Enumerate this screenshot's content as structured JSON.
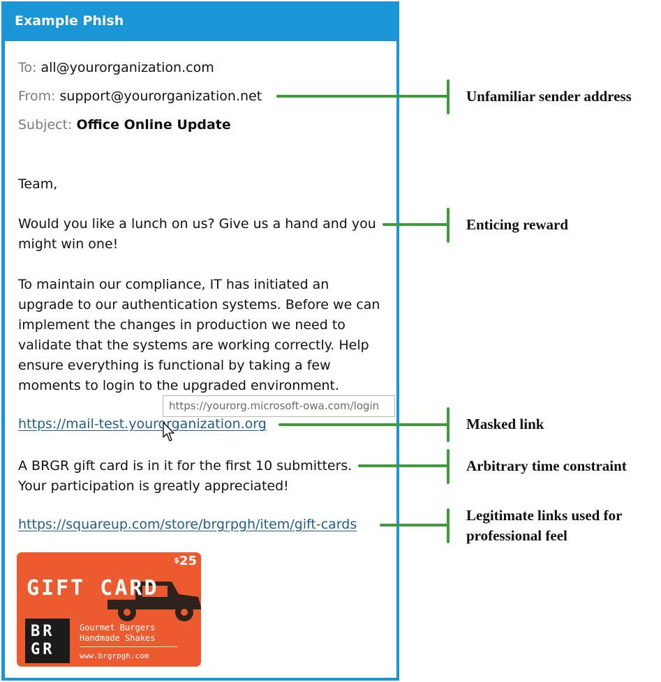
{
  "panel": {
    "title": "Example Phish"
  },
  "email": {
    "to_label": "To:",
    "to_value": "all@yourorganization.com",
    "from_label": "From:",
    "from_value": "support@yourorganization.net",
    "subject_label": "Subject:",
    "subject_value": "Office Online Update",
    "greeting": "Team,",
    "para1": [
      "Would you like a lunch on us? Give us a hand and you",
      "might win one!"
    ],
    "para2": [
      "To maintain our compliance, IT has initiated an",
      "upgrade to our authentication systems. Before we can",
      "implement the changes in production we need to",
      "validate that the systems are working correctly. Help",
      "ensure everything is functional by taking a few",
      "moments to login to the upgraded environment."
    ],
    "tooltip_url": "https://yourorg.microsoft-owa.com/login",
    "masked_link": "https://mail-test.yourorganization.org",
    "para3": [
      "A BRGR gift card is in it for the first 10 submitters.",
      "Your participation is greatly appreciated!"
    ],
    "legit_link": "https://squareup.com/store/brgrpgh/item/gift-cards"
  },
  "gift_card": {
    "currency": "$",
    "amount": "25",
    "title": "GIFT CARD",
    "logo_line1": "BR",
    "logo_line2": "GR",
    "tagline1": "Gourmet Burgers",
    "tagline2": "Handmade Shakes",
    "website": "www.brgrpgh.com",
    "color": "#ec5a2f"
  },
  "annotations": {
    "sender": "Unfamiliar sender address",
    "reward": "Enticing reward",
    "masked": "Masked link",
    "time": "Arbitrary time constraint",
    "legit1": "Legitimate links used for",
    "legit2": "professional feel",
    "line_color": "#3e9a3b"
  }
}
